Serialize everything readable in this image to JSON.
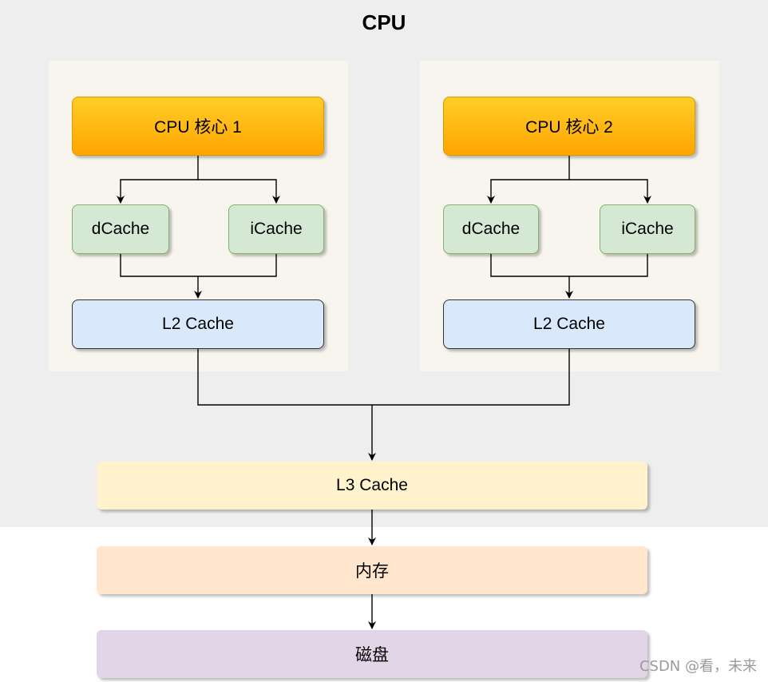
{
  "title": "CPU",
  "cores": [
    {
      "core_label": "CPU 核心 1",
      "dcache": "dCache",
      "icache": "iCache",
      "l2": "L2 Cache"
    },
    {
      "core_label": "CPU 核心 2",
      "dcache": "dCache",
      "icache": "iCache",
      "l2": "L2 Cache"
    }
  ],
  "l3": "L3 Cache",
  "memory": "内存",
  "disk": "磁盘",
  "watermark": "CSDN @看，未来",
  "colors": {
    "cpu_background": "#eeeeee",
    "core_panel": "#f7f5ee",
    "core": "#ffb40f",
    "l1_cache": "#d5e8d4",
    "l2_cache": "#dae8fc",
    "l3_cache": "#fff2cc",
    "memory": "#ffe6cc",
    "disk": "#e1d5e7"
  }
}
